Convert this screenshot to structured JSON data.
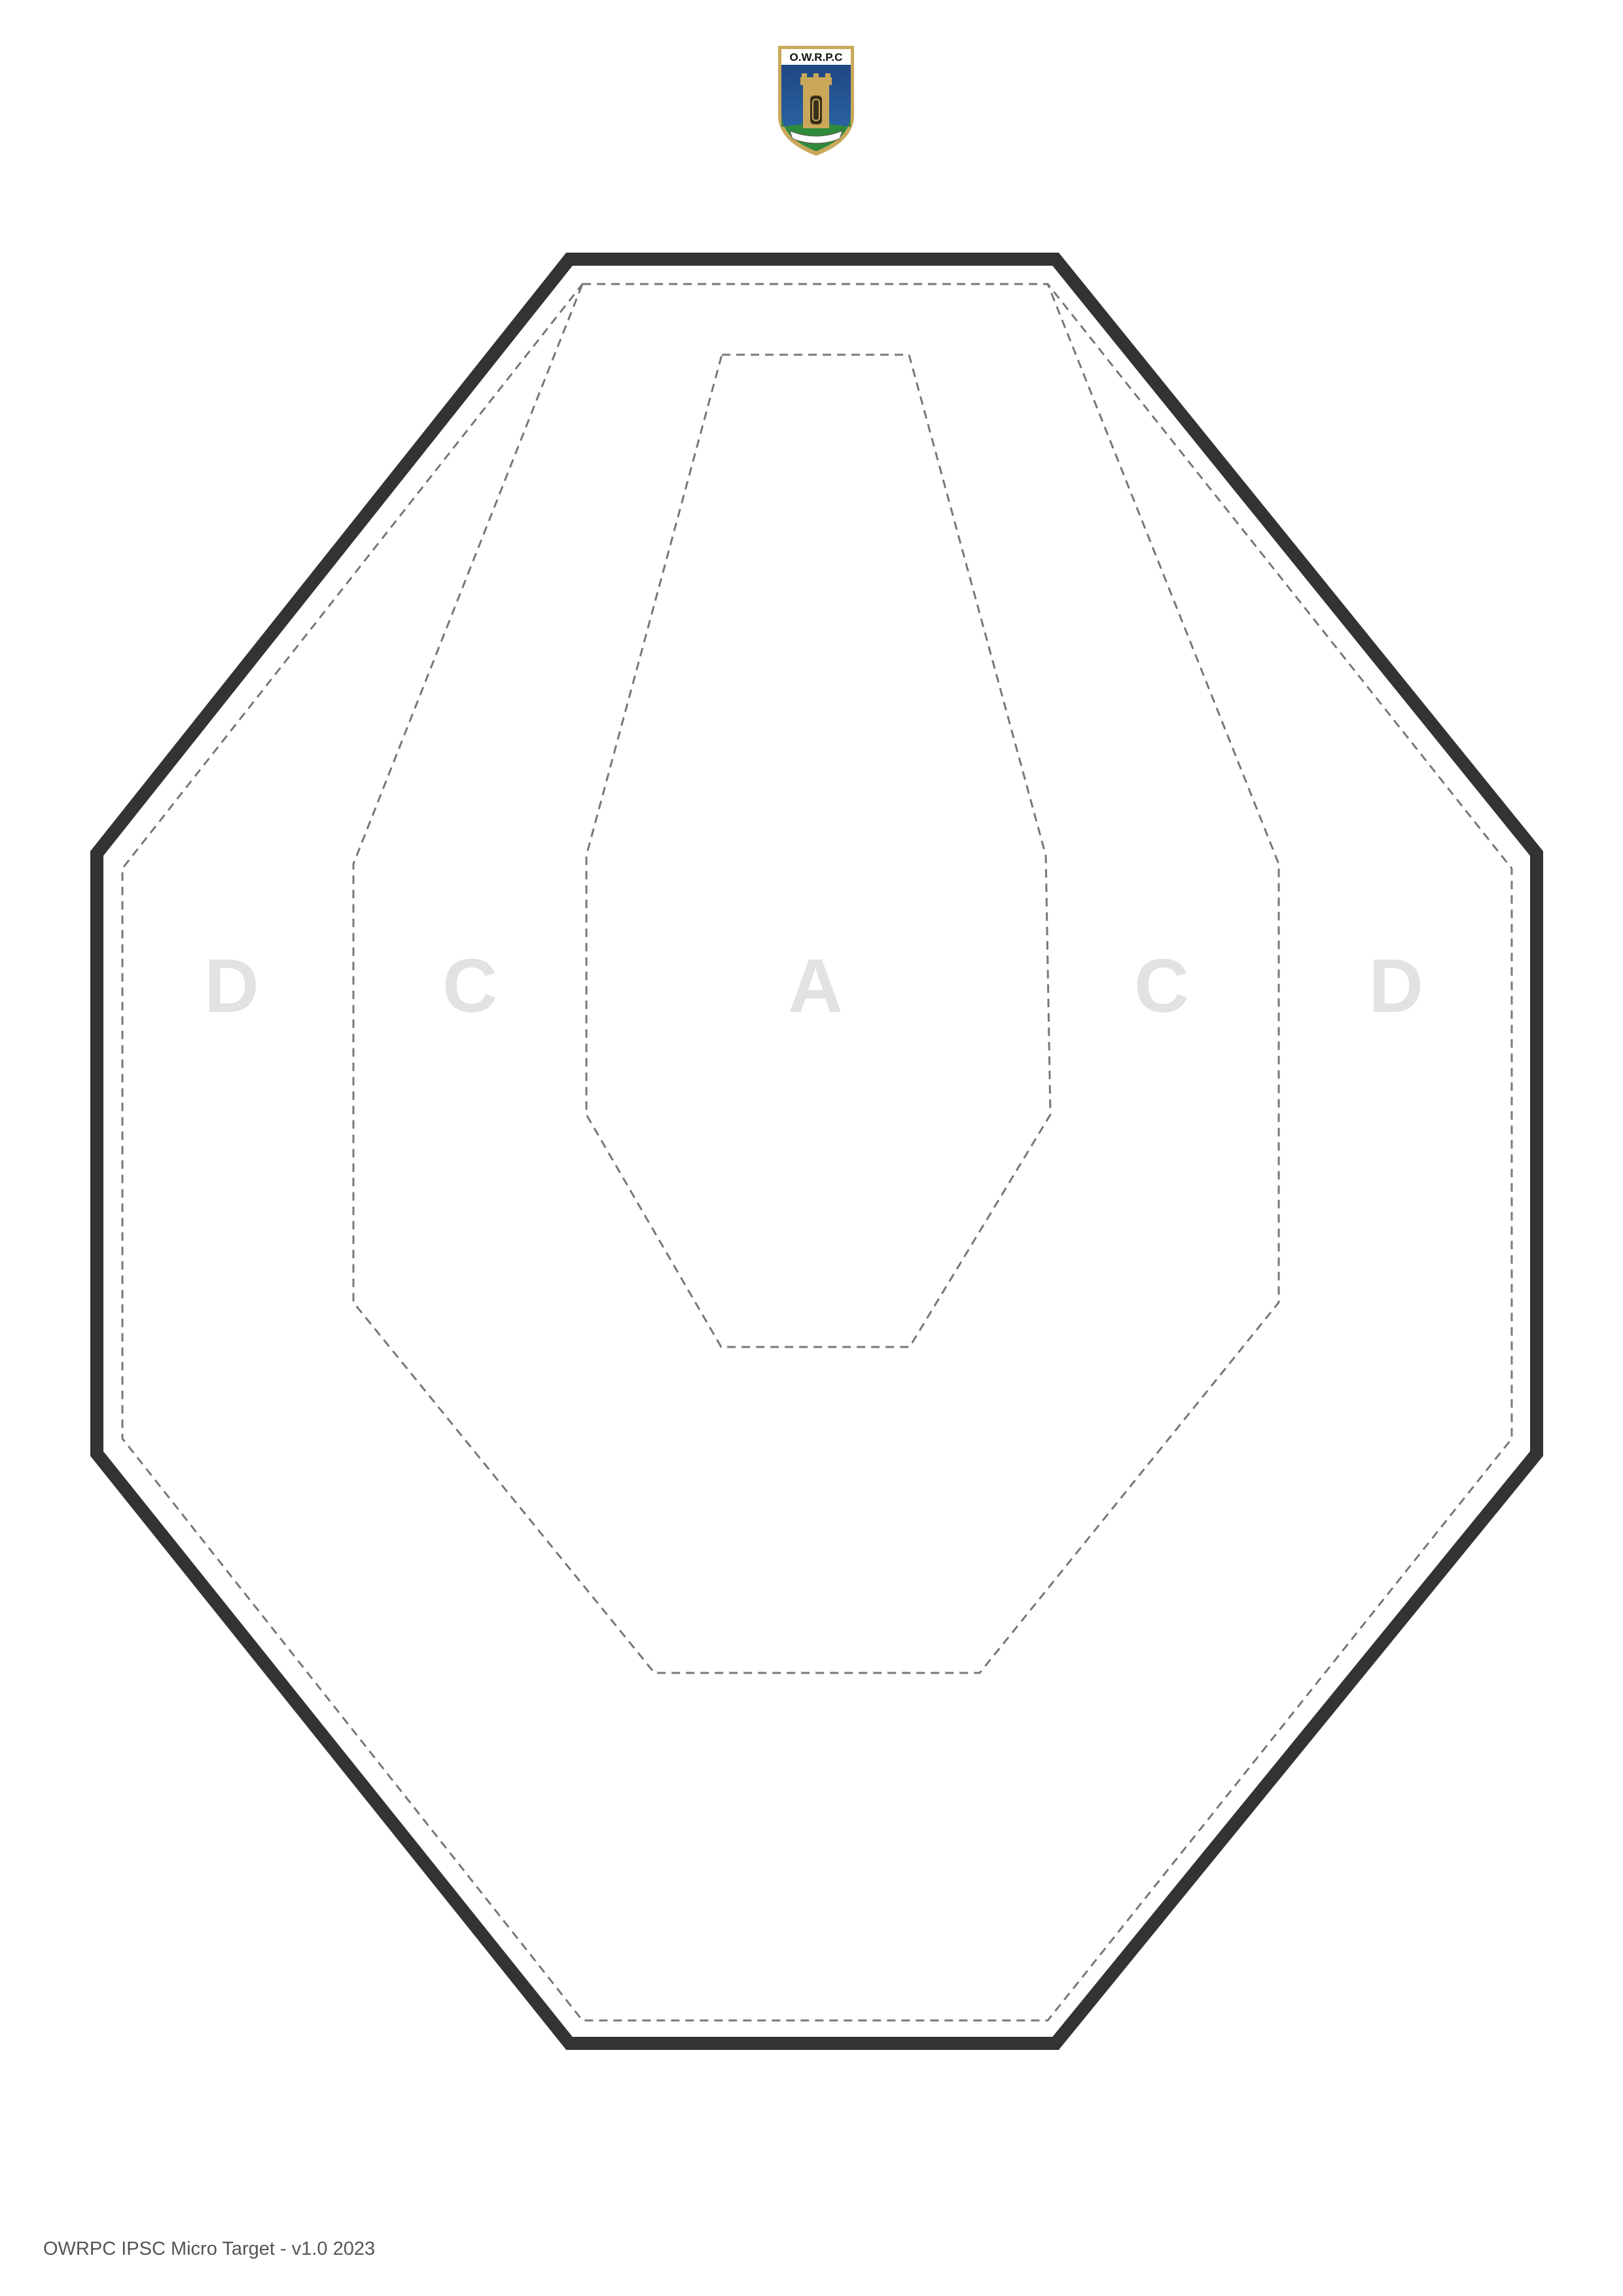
{
  "logo": {
    "text": "O.W.R.P.C",
    "colors": {
      "blue": "#1f4f8f",
      "green": "#2f8a3a",
      "gold": "#c9a85a"
    }
  },
  "zones": {
    "left_d": "D",
    "left_c": "C",
    "center_a": "A",
    "right_c": "C",
    "right_d": "D"
  },
  "colors": {
    "outline": "#333333",
    "dashed": "#777777",
    "letters": "#e2e2e2"
  },
  "footer": {
    "text": "OWRPC IPSC Micro Target - v1.0 2023"
  }
}
